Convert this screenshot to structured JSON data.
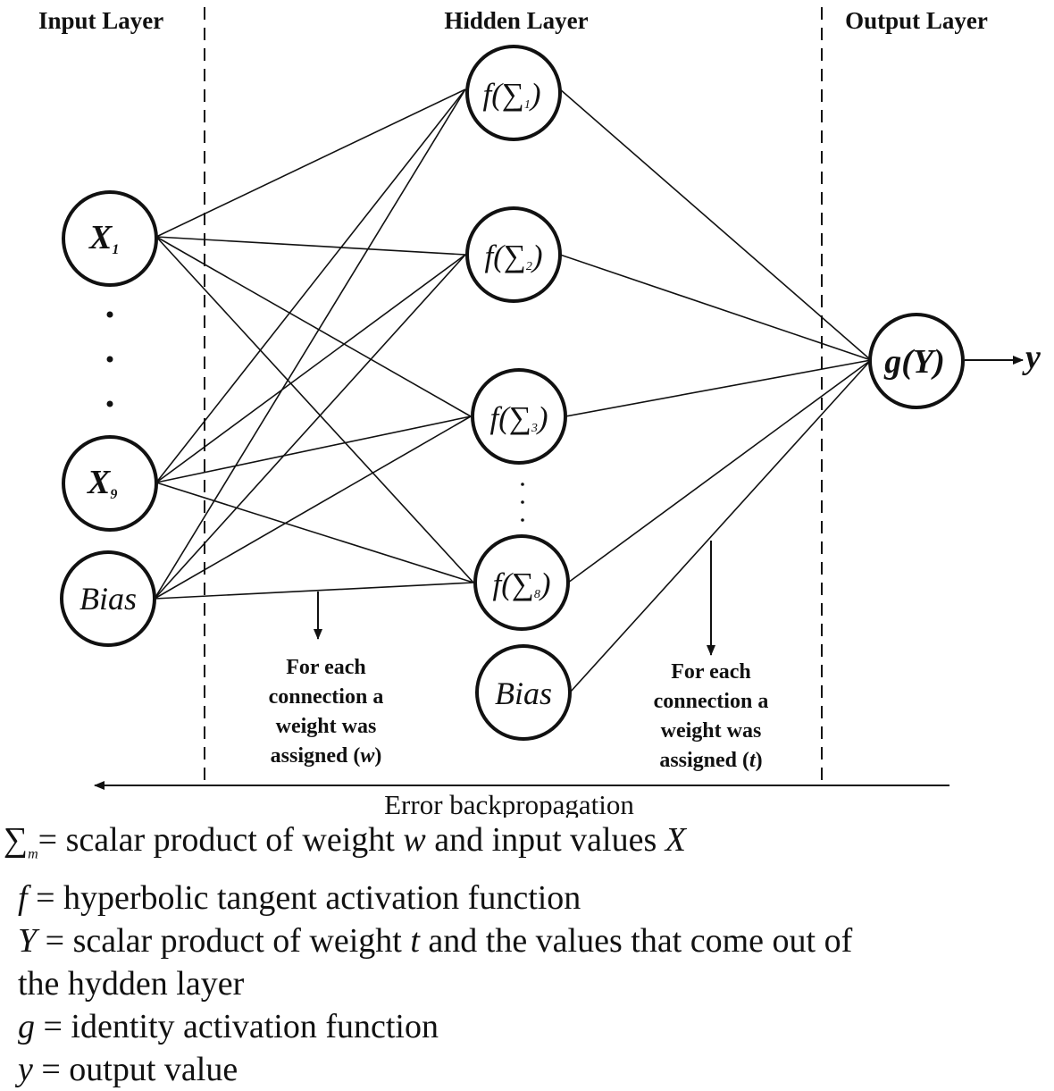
{
  "headers": {
    "input": "Input Layer",
    "hidden": "Hidden Layer",
    "output": "Output Layer"
  },
  "input_nodes": [
    {
      "id": "x1",
      "symbol": "X",
      "sub": "1"
    },
    {
      "id": "x9",
      "symbol": "X",
      "sub": "9"
    },
    {
      "id": "bias_in",
      "label": "Bias"
    }
  ],
  "hidden_nodes": [
    {
      "id": "h1",
      "pre": "f(",
      "sigma": "∑",
      "sub": "1",
      "post": ")"
    },
    {
      "id": "h2",
      "pre": "f(",
      "sigma": "∑",
      "sub": "2",
      "post": ")"
    },
    {
      "id": "h3",
      "pre": "f(",
      "sigma": "∑",
      "sub": "3",
      "post": ")"
    },
    {
      "id": "h8",
      "pre": "f(",
      "sigma": "∑",
      "sub": "8",
      "post": ")"
    },
    {
      "id": "bias_hid",
      "label": "Bias"
    }
  ],
  "output_node": {
    "text": "g(Y)"
  },
  "output_label": "y",
  "notes": {
    "w": [
      "For each",
      "connection a",
      "weight was",
      "assigned (",
      "w",
      ")"
    ],
    "t": [
      "For each",
      "connection a",
      "weight was",
      "assigned (",
      "t",
      ")"
    ]
  },
  "backprop_label": "Error backpropagation",
  "legend": [
    {
      "symbol": "∑",
      "sub": "m",
      "text": "= scalar product of weight ",
      "var1": "w",
      "text2": " and input values ",
      "var2": "X"
    },
    {
      "symbol": "f",
      "text": "= hyperbolic tangent activation function"
    },
    {
      "symbol": "Y",
      "text": "= scalar product of weight ",
      "var1": "t",
      "text2": " and the values that come out of"
    },
    {
      "text": "the hydden layer"
    },
    {
      "symbol": "g",
      "text": "= identity activation function"
    },
    {
      "symbol": "y",
      "text": "= output value"
    }
  ]
}
